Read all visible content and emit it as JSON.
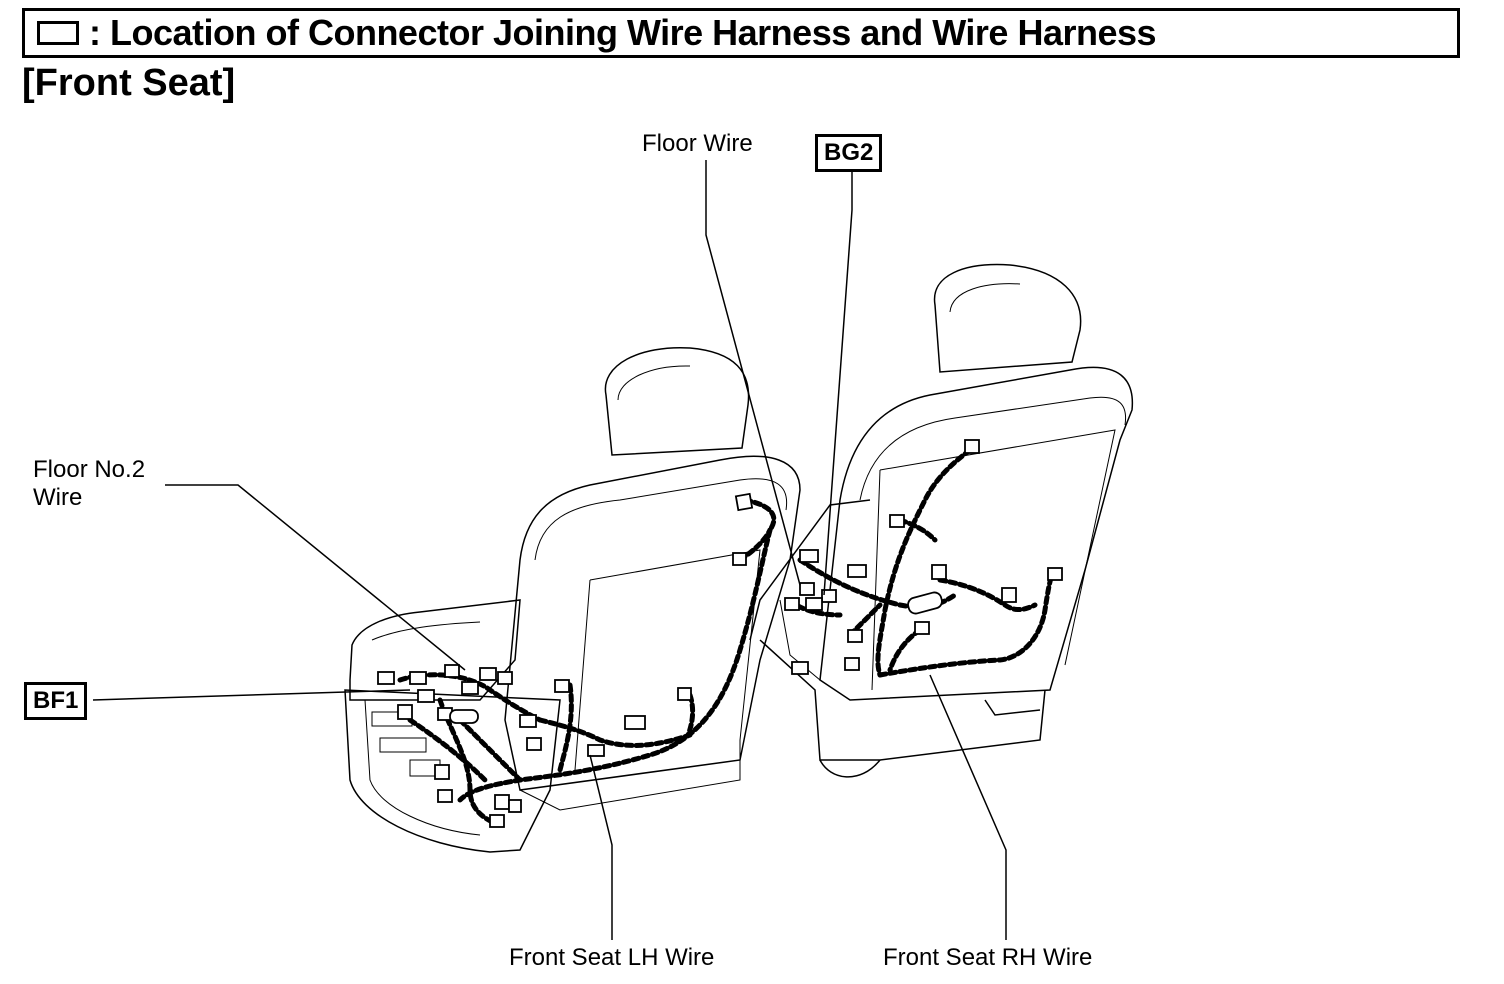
{
  "header": {
    "title": ": Location of Connector Joining Wire Harness and Wire Harness",
    "section": "[Front Seat]"
  },
  "labels": {
    "floor_wire": "Floor Wire",
    "floor_no2_wire_line1": "Floor No.2",
    "floor_no2_wire_line2": "Wire",
    "front_seat_lh_wire": "Front Seat LH Wire",
    "front_seat_rh_wire": "Front Seat RH Wire"
  },
  "connectors": {
    "bf1": "BF1",
    "bg2": "BG2"
  }
}
